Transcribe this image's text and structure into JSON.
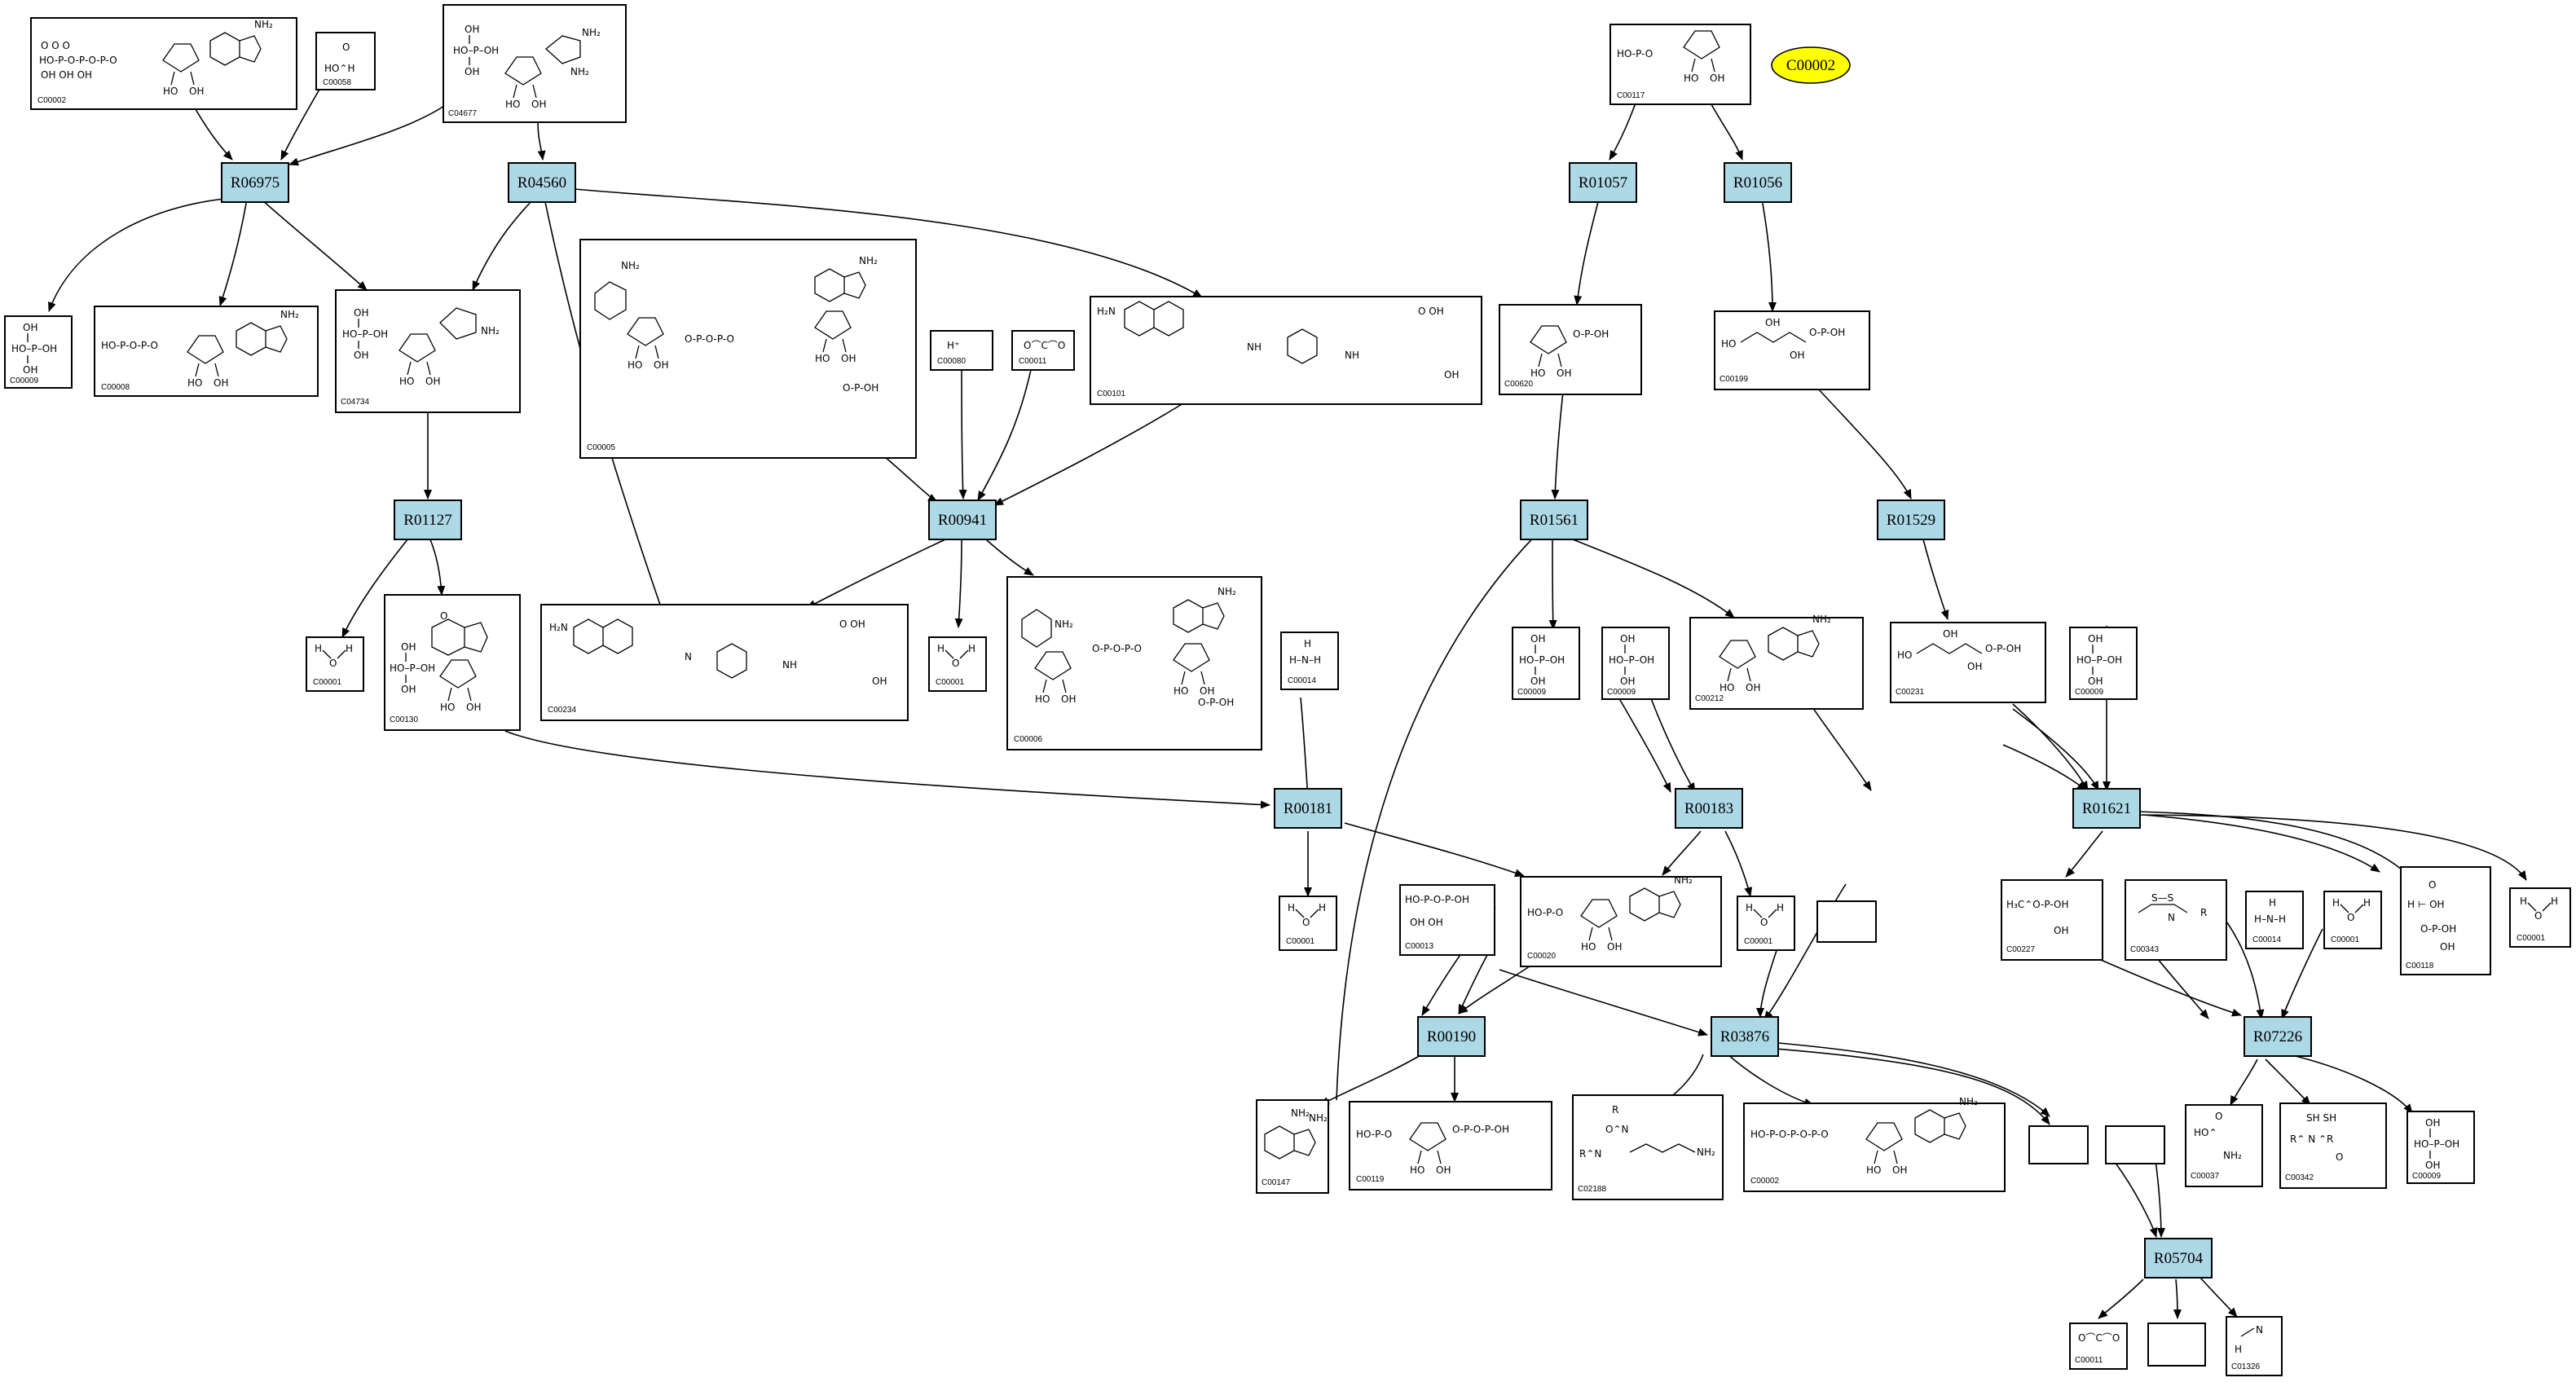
{
  "highlight": {
    "label": "C00002",
    "color": "#ffff00"
  },
  "colors": {
    "reaction_fill": "#add8e6",
    "compound_fill": "#ffffff",
    "stroke": "#000000"
  },
  "reactions": [
    {
      "id": "R06975"
    },
    {
      "id": "R04560"
    },
    {
      "id": "R01127"
    },
    {
      "id": "R00941"
    },
    {
      "id": "R01057"
    },
    {
      "id": "R01056"
    },
    {
      "id": "R01561"
    },
    {
      "id": "R01529"
    },
    {
      "id": "R00181"
    },
    {
      "id": "R00183"
    },
    {
      "id": "R01621"
    },
    {
      "id": "R00190"
    },
    {
      "id": "R03876"
    },
    {
      "id": "R07226"
    },
    {
      "id": "R05704"
    }
  ],
  "compounds": [
    {
      "id": "C00002",
      "structure": "atp"
    },
    {
      "id": "C00058",
      "structure": "formate"
    },
    {
      "id": "C04677",
      "structure": "aicar-like"
    },
    {
      "id": "C00117",
      "structure": "ribose-p"
    },
    {
      "id": "C00009",
      "structure": "phosphate"
    },
    {
      "id": "C00008",
      "structure": "adp"
    },
    {
      "id": "C04734",
      "structure": "faicar"
    },
    {
      "id": "C00005",
      "structure": "nadph"
    },
    {
      "id": "C00080",
      "structure": "proton"
    },
    {
      "id": "C00011",
      "structure": "co2"
    },
    {
      "id": "C00101",
      "structure": "thf"
    },
    {
      "id": "C00620",
      "structure": "ribose-1p"
    },
    {
      "id": "C00199",
      "structure": "ribulose-5p"
    },
    {
      "id": "C00001",
      "structure": "water"
    },
    {
      "id": "C00130",
      "structure": "imp"
    },
    {
      "id": "C00234",
      "structure": "formyl-thf"
    },
    {
      "id": "C00006",
      "structure": "nadp"
    },
    {
      "id": "C00014",
      "structure": "ammonia"
    },
    {
      "id": "C00212",
      "structure": "adenosine"
    },
    {
      "id": "C00231",
      "structure": "xylulose-5p"
    },
    {
      "id": "C00013",
      "structure": "diphosphate"
    },
    {
      "id": "C00020",
      "structure": "amp"
    },
    {
      "id": "C00227",
      "structure": "acetyl-p"
    },
    {
      "id": "C00343",
      "structure": "thioredoxin-disulfide"
    },
    {
      "id": "C00118",
      "structure": "glyceraldehyde-3p"
    },
    {
      "id": "C00147",
      "structure": "adenine"
    },
    {
      "id": "C00119",
      "structure": "prpp"
    },
    {
      "id": "C02188",
      "structure": "protein-lysine"
    },
    {
      "id": "C00037",
      "structure": "glycine"
    },
    {
      "id": "C00342",
      "structure": "thioredoxin"
    },
    {
      "id": "C01326",
      "structure": "hcn"
    }
  ],
  "proton_text": "H⁺",
  "formate_atom": "O"
}
